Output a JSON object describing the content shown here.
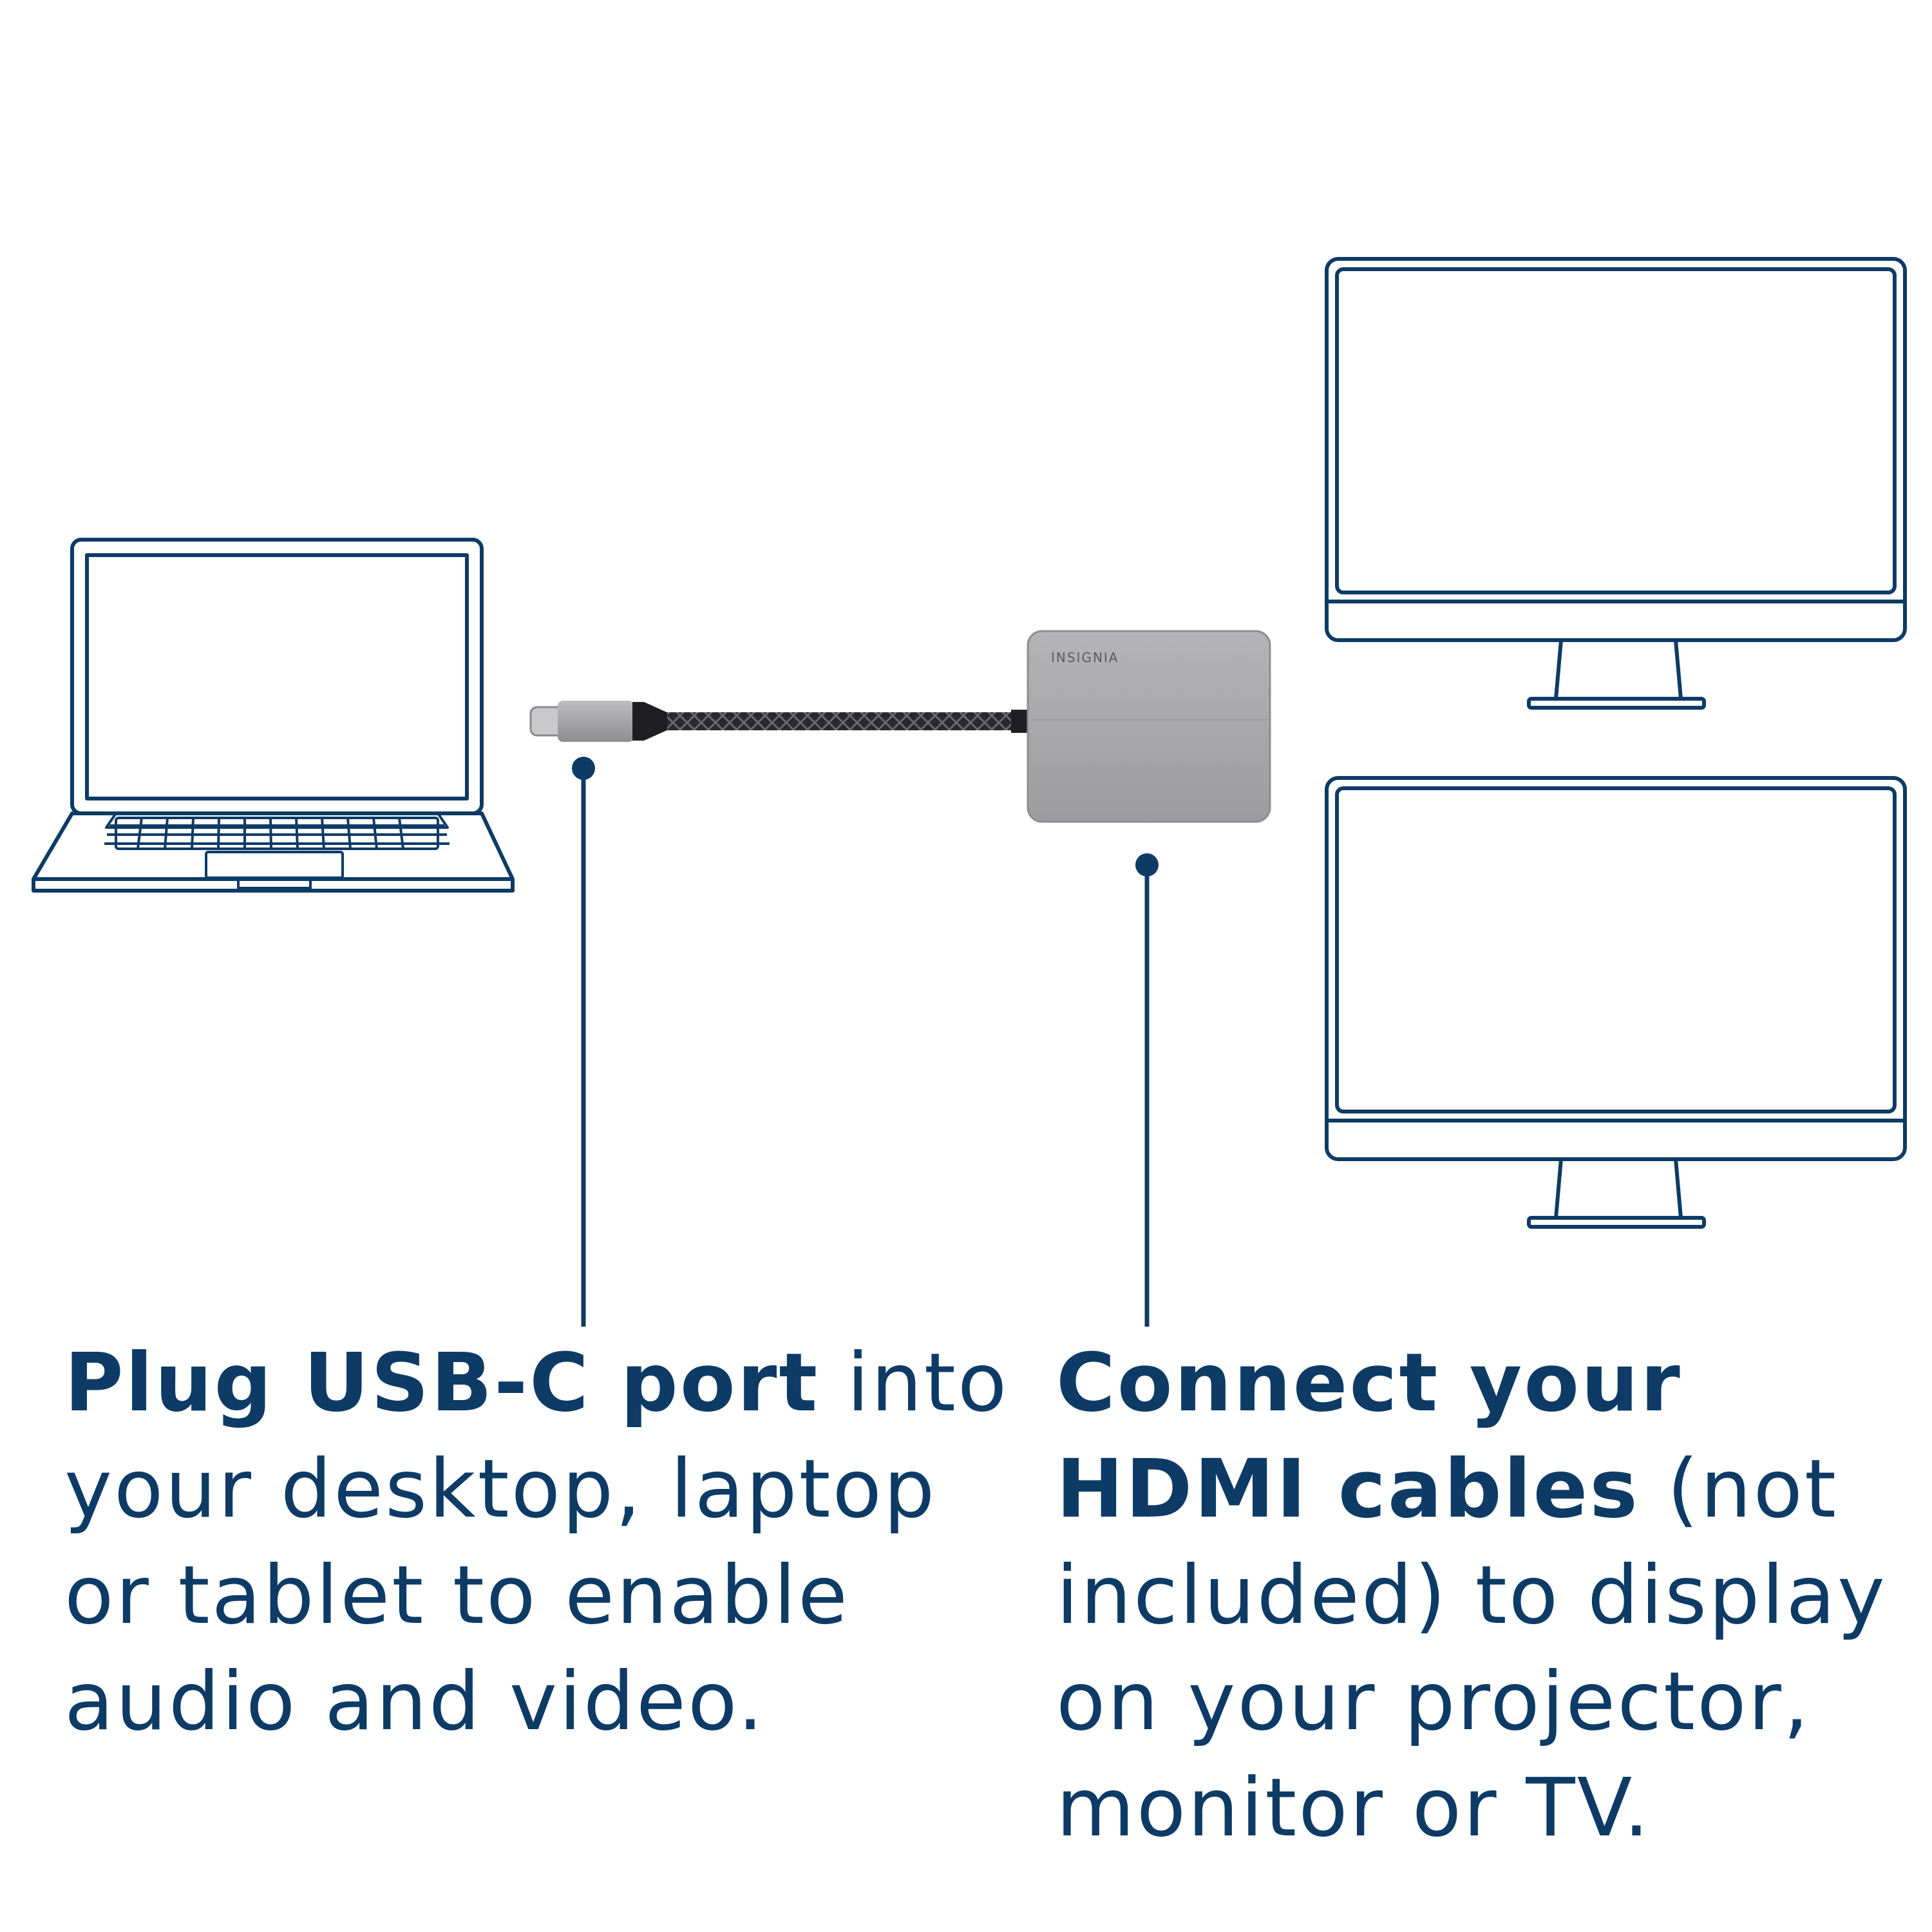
{
  "device": {
    "brand": "INSIGNIA"
  },
  "captions": {
    "left": {
      "bold": "Plug USB-C port",
      "regular": " into your desktop, laptop or tablet to enable audio and video."
    },
    "right": {
      "bold": "Connect your HDMI cables",
      "regular": " (not included) to display on your projector, monitor or TV."
    }
  },
  "colors": {
    "line": "#0d3b66",
    "adapter": "#a9a9ab",
    "cable": "#2b2b2d"
  }
}
